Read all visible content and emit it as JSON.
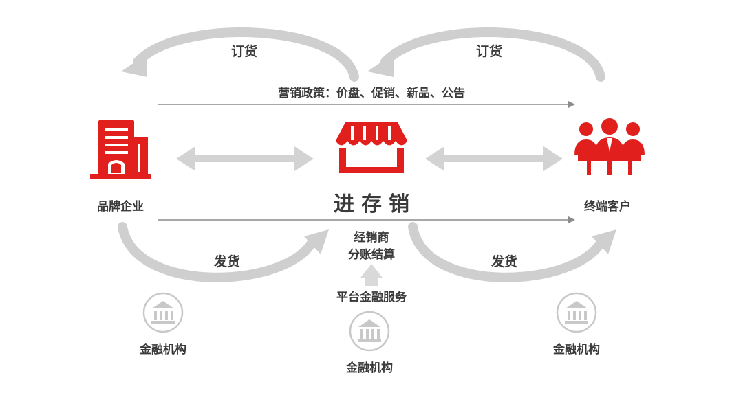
{
  "colors": {
    "brand_red": "#e1201d",
    "arrow_gray": "#cccccc",
    "line_gray": "#8c8c8c",
    "text": "#3a3a3a"
  },
  "nodes": {
    "left": {
      "label": "品牌企业",
      "icon": "building-icon"
    },
    "center": {
      "label": "进存销",
      "icon": "storefront-icon",
      "sub_lines": [
        "经销商",
        "分账结算"
      ]
    },
    "right": {
      "label": "终端客户",
      "icon": "people-group-icon"
    }
  },
  "top": {
    "order_left": "订货",
    "order_right": "订货",
    "policy": "营销政策：价盘、促销、新品、公告"
  },
  "bottom": {
    "ship_left": "发货",
    "ship_right": "发货",
    "platform": "平台金融服务"
  },
  "institutions": {
    "left": {
      "label": "金融机构",
      "icon": "bank-icon"
    },
    "center": {
      "label": "金融机构",
      "icon": "bank-icon"
    },
    "right": {
      "label": "金融机构",
      "icon": "bank-icon"
    }
  }
}
